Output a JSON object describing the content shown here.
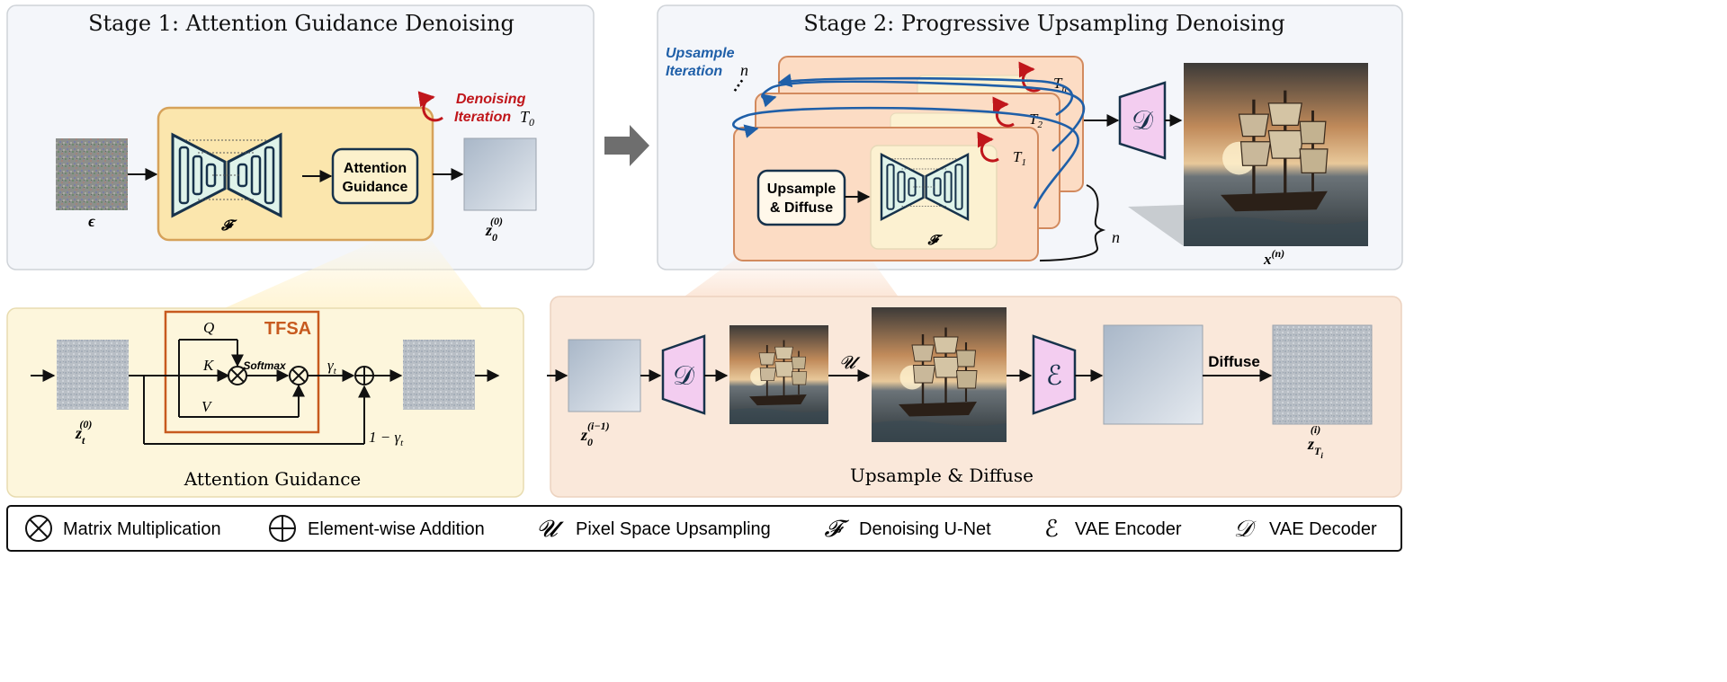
{
  "stage1": {
    "title": "Stage 1: Attention Guidance Denoising",
    "noise_label": "ϵ",
    "unet_label": "𝓕",
    "attention_box": [
      "Attention",
      "Guidance"
    ],
    "output_label": "z",
    "output_sup": "(0)",
    "output_sub": "0",
    "loop_text": [
      "Denoising",
      "Iteration"
    ],
    "loop_var": "T",
    "loop_var_sub": "0"
  },
  "stage2": {
    "title": "Stage 2: Progressive Upsampling Denoising",
    "loop_text": [
      "Upsample",
      "Iteration"
    ],
    "loop_var": "n",
    "upsample_box": [
      "Upsample",
      "& Diffuse"
    ],
    "unet_label": "𝓕",
    "iter_labels": [
      {
        "base": "T",
        "sub": "1"
      },
      {
        "base": "T",
        "sub": "2"
      },
      {
        "base": "T",
        "sub": "n"
      }
    ],
    "stack_count": "n",
    "decoder_symbol": "𝒟",
    "output_label": "x",
    "output_sup": "(n)"
  },
  "attention_guidance": {
    "caption": "Attention Guidance",
    "tfsa_label": "TFSA",
    "q": "Q",
    "k": "K",
    "v": "V",
    "softmax": "Softmax",
    "gamma": "γ",
    "gamma_sub": "t",
    "one_minus_gamma": "1 − γ",
    "input_label": "z",
    "input_sup": "(0)",
    "input_sub": "t"
  },
  "upsample_diffuse": {
    "caption": "Upsample & Diffuse",
    "input_label": "z",
    "input_sup": "(i−1)",
    "input_sub": "0",
    "decoder_symbol": "𝒟",
    "upsample_symbol": "𝓤",
    "encoder_symbol": "ℰ",
    "diffuse_label": "Diffuse",
    "output_label": "z",
    "output_sup": "(i)",
    "output_sub": "T",
    "output_subsub": "i"
  },
  "legend": [
    {
      "symbol": "⊗",
      "label": "Matrix Multiplication"
    },
    {
      "symbol": "⊕",
      "label": "Element-wise Addition"
    },
    {
      "symbol": "𝓤",
      "label": "Pixel Space Upsampling"
    },
    {
      "symbol": "𝓕",
      "label": "Denoising U-Net"
    },
    {
      "symbol": "ℰ",
      "label": "VAE Encoder"
    },
    {
      "symbol": "𝒟",
      "label": "VAE Decoder"
    }
  ],
  "colors": {
    "panel_bg": "#f4f6fa",
    "yellow_panel": "#fdf6dc",
    "peach_panel": "#fae8da",
    "unet_fill": "#dff3ea",
    "decoder_fill": "#f3cdf0",
    "red": "#c0161b",
    "blue": "#1f5fa8",
    "tfsa": "#c75a1f"
  }
}
